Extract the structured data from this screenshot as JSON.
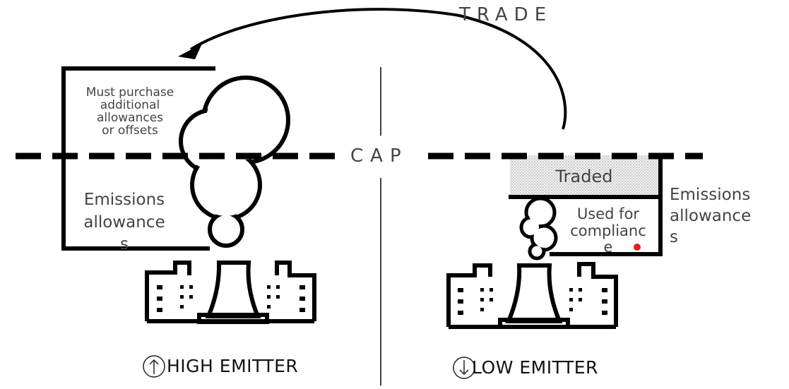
{
  "trade_label": "TRADE",
  "cap_label": "CAP",
  "high_emitter": {
    "title": "HIGH EMITTER",
    "must_purchase": "Must purchase\nadditional\nallowances\nor offsets",
    "allowances": "Emissions\nallowance\ns"
  },
  "low_emitter": {
    "title": "LOW EMITTER",
    "traded": "Traded",
    "used_for_compliance": "Used for\ncomplianc\ne",
    "allowances": "Emissions\nallowance\ns"
  },
  "colors": {
    "stroke": "#000000",
    "text": "#444444",
    "dot": "#e0201c",
    "hatch": "#bdbdbd"
  },
  "icons": [
    "arrow-up-circle-icon",
    "arrow-down-circle-icon",
    "smoke-cloud-icon",
    "power-plant-icon"
  ]
}
